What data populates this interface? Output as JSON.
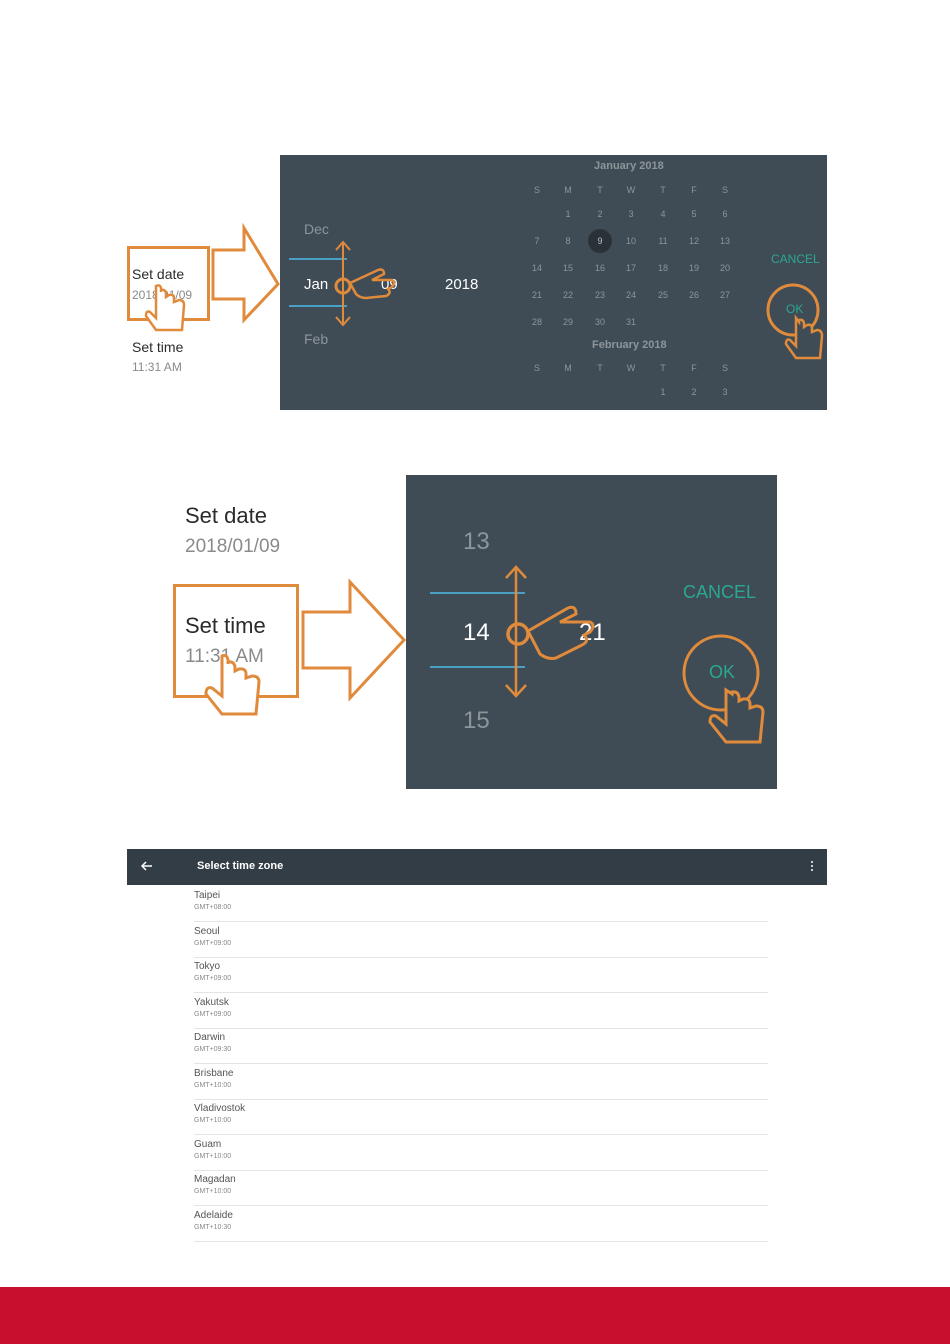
{
  "date_section": {
    "set_date_label": "Set date",
    "set_date_value": "2018/01/09",
    "set_time_label": "Set time",
    "set_time_value": "11:31 AM",
    "picker": {
      "month_prev": "Dec",
      "month_current": "Jan",
      "month_next": "Feb",
      "day": "09",
      "year": "2018"
    },
    "calendar": {
      "month1_title": "January 2018",
      "month2_title": "February 2018",
      "weekday_headers": [
        "S",
        "M",
        "T",
        "W",
        "T",
        "F",
        "S"
      ],
      "month1_weeks": [
        [
          "",
          "1",
          "2",
          "3",
          "4",
          "5",
          "6"
        ],
        [
          "7",
          "8",
          "9",
          "10",
          "11",
          "12",
          "13"
        ],
        [
          "14",
          "15",
          "16",
          "17",
          "18",
          "19",
          "20"
        ],
        [
          "21",
          "22",
          "23",
          "24",
          "25",
          "26",
          "27"
        ],
        [
          "28",
          "29",
          "30",
          "31",
          "",
          "",
          ""
        ]
      ],
      "month2_weeks": [
        [
          "",
          "",
          "",
          "",
          "1",
          "2",
          "3"
        ]
      ],
      "selected_day": "9"
    },
    "cancel_label": "CANCEL",
    "ok_label": "OK"
  },
  "time_section": {
    "set_date_label": "Set date",
    "set_date_value": "2018/01/09",
    "set_time_label": "Set time",
    "set_time_value": "11:31 AM",
    "picker": {
      "hour_prev": "13",
      "hour_current": "14",
      "hour_next": "15",
      "minute": "21"
    },
    "cancel_label": "CANCEL",
    "ok_label": "OK"
  },
  "timezone_section": {
    "back_icon": "arrow-left-icon",
    "title": "Select time zone",
    "more_icon": "more-vert-icon",
    "zones": [
      {
        "city": "Taipei",
        "gmt": "GMT+08:00"
      },
      {
        "city": "Seoul",
        "gmt": "GMT+09:00"
      },
      {
        "city": "Tokyo",
        "gmt": "GMT+09:00"
      },
      {
        "city": "Yakutsk",
        "gmt": "GMT+09:00"
      },
      {
        "city": "Darwin",
        "gmt": "GMT+09:30"
      },
      {
        "city": "Brisbane",
        "gmt": "GMT+10:00"
      },
      {
        "city": "Vladivostok",
        "gmt": "GMT+10:00"
      },
      {
        "city": "Guam",
        "gmt": "GMT+10:00"
      },
      {
        "city": "Magadan",
        "gmt": "GMT+10:00"
      },
      {
        "city": "Adelaide",
        "gmt": "GMT+10:30"
      }
    ]
  },
  "colors": {
    "panel_bg": "#3f4c55",
    "accent_orange": "#e08a3c",
    "picker_line_blue": "#4a9fc4",
    "dialog_teal": "#2aa88f",
    "footer_red": "#c8102e"
  }
}
